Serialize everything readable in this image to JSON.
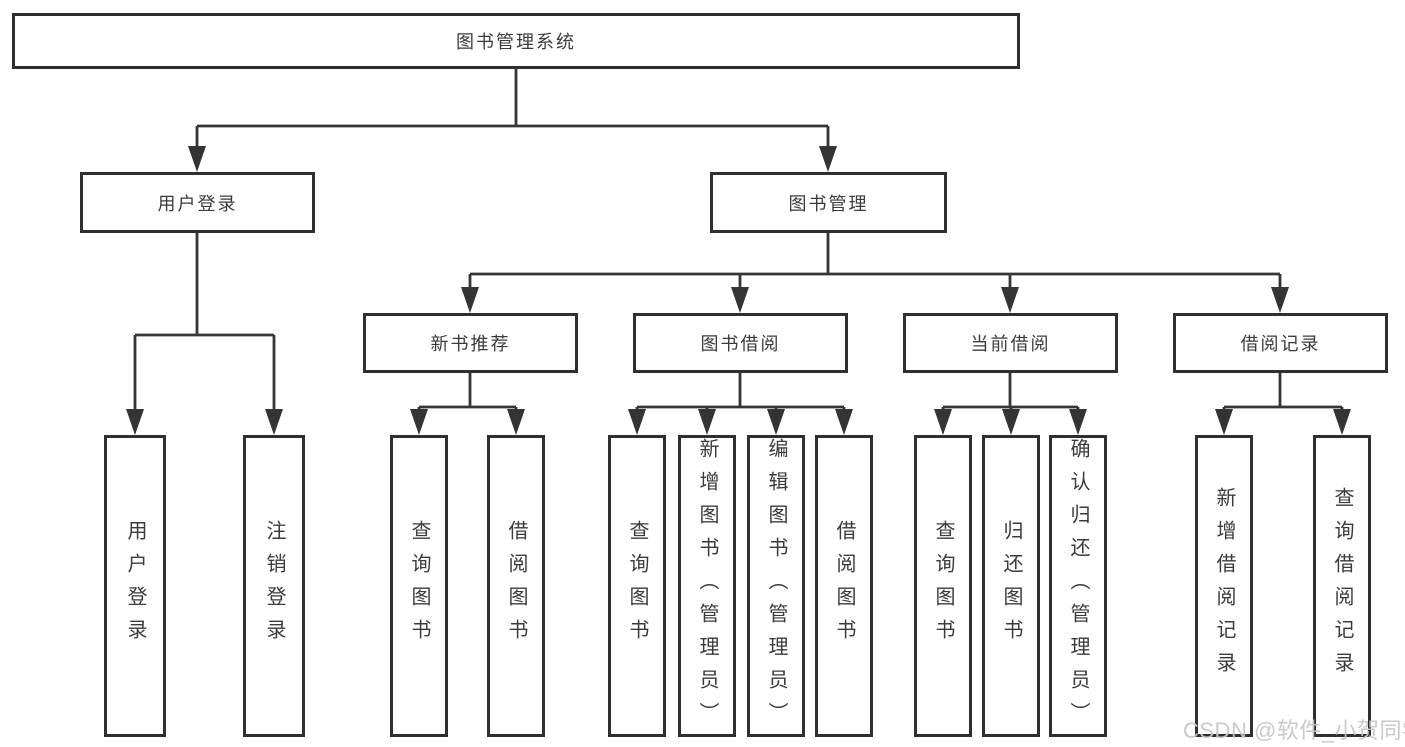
{
  "diagram": {
    "type": "hierarchy-tree",
    "root": {
      "label": "图书管理系统"
    },
    "children": [
      {
        "label": "用户登录",
        "children": [
          {
            "label": "用户登录"
          },
          {
            "label": "注销登录"
          }
        ]
      },
      {
        "label": "图书管理",
        "children": [
          {
            "label": "新书推荐",
            "children": [
              {
                "label": "查询图书"
              },
              {
                "label": "借阅图书"
              }
            ]
          },
          {
            "label": "图书借阅",
            "children": [
              {
                "label": "查询图书"
              },
              {
                "label": "新增图书（管理员）"
              },
              {
                "label": "编辑图书（管理员）"
              },
              {
                "label": "借阅图书"
              }
            ]
          },
          {
            "label": "当前借阅",
            "children": [
              {
                "label": "查询图书"
              },
              {
                "label": "归还图书"
              },
              {
                "label": "确认归还（管理员）"
              }
            ]
          },
          {
            "label": "借阅记录",
            "children": [
              {
                "label": "新增借阅记录"
              },
              {
                "label": "查询借阅记录"
              }
            ]
          }
        ]
      }
    ]
  },
  "watermark": {
    "text": "CSDN @软件_小贺同学"
  },
  "colors": {
    "line": "#363636",
    "box_border": "#2f2f2f",
    "text": "#3b3b3b",
    "background": "#ffffff",
    "watermark": "#c6c6c6"
  }
}
